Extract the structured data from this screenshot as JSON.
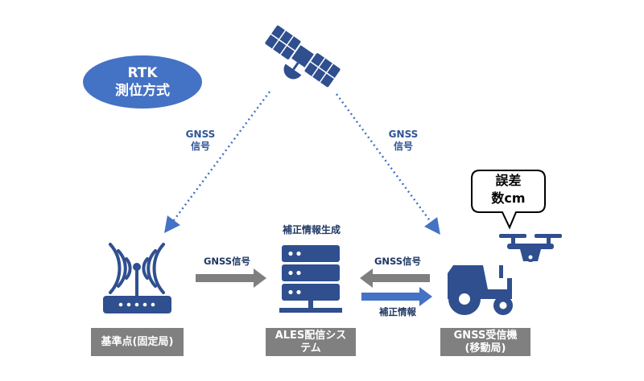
{
  "title": {
    "line1": "RTK",
    "line2": "測位方式"
  },
  "signals": {
    "left": {
      "line1": "GNSS",
      "line2": "信号"
    },
    "right": {
      "line1": "GNSS",
      "line2": "信号"
    }
  },
  "server_title": "補正情報生成",
  "arrows": {
    "base_to_server": "GNSS信号",
    "rover_to_server": "GNSS信号",
    "server_to_rover": "補正情報"
  },
  "labels": {
    "base": "基準点(固定局)",
    "server_line1": "ALES配信シス",
    "server_line2": "テム",
    "rover_line1": "GNSS受信機",
    "rover_line2": "(移動局)"
  },
  "error_bubble": {
    "line1": "誤差",
    "line2": "数cm"
  },
  "colors": {
    "icon_navy": "#2f4f8f",
    "bubble_blue": "#4472c4",
    "dotted_blue": "#4472c4",
    "gray_arrow": "#7f7f7f",
    "label_bg": "#808080"
  },
  "icons": [
    "satellite-icon",
    "router-icon",
    "server-icon",
    "tractor-icon",
    "drone-icon"
  ]
}
